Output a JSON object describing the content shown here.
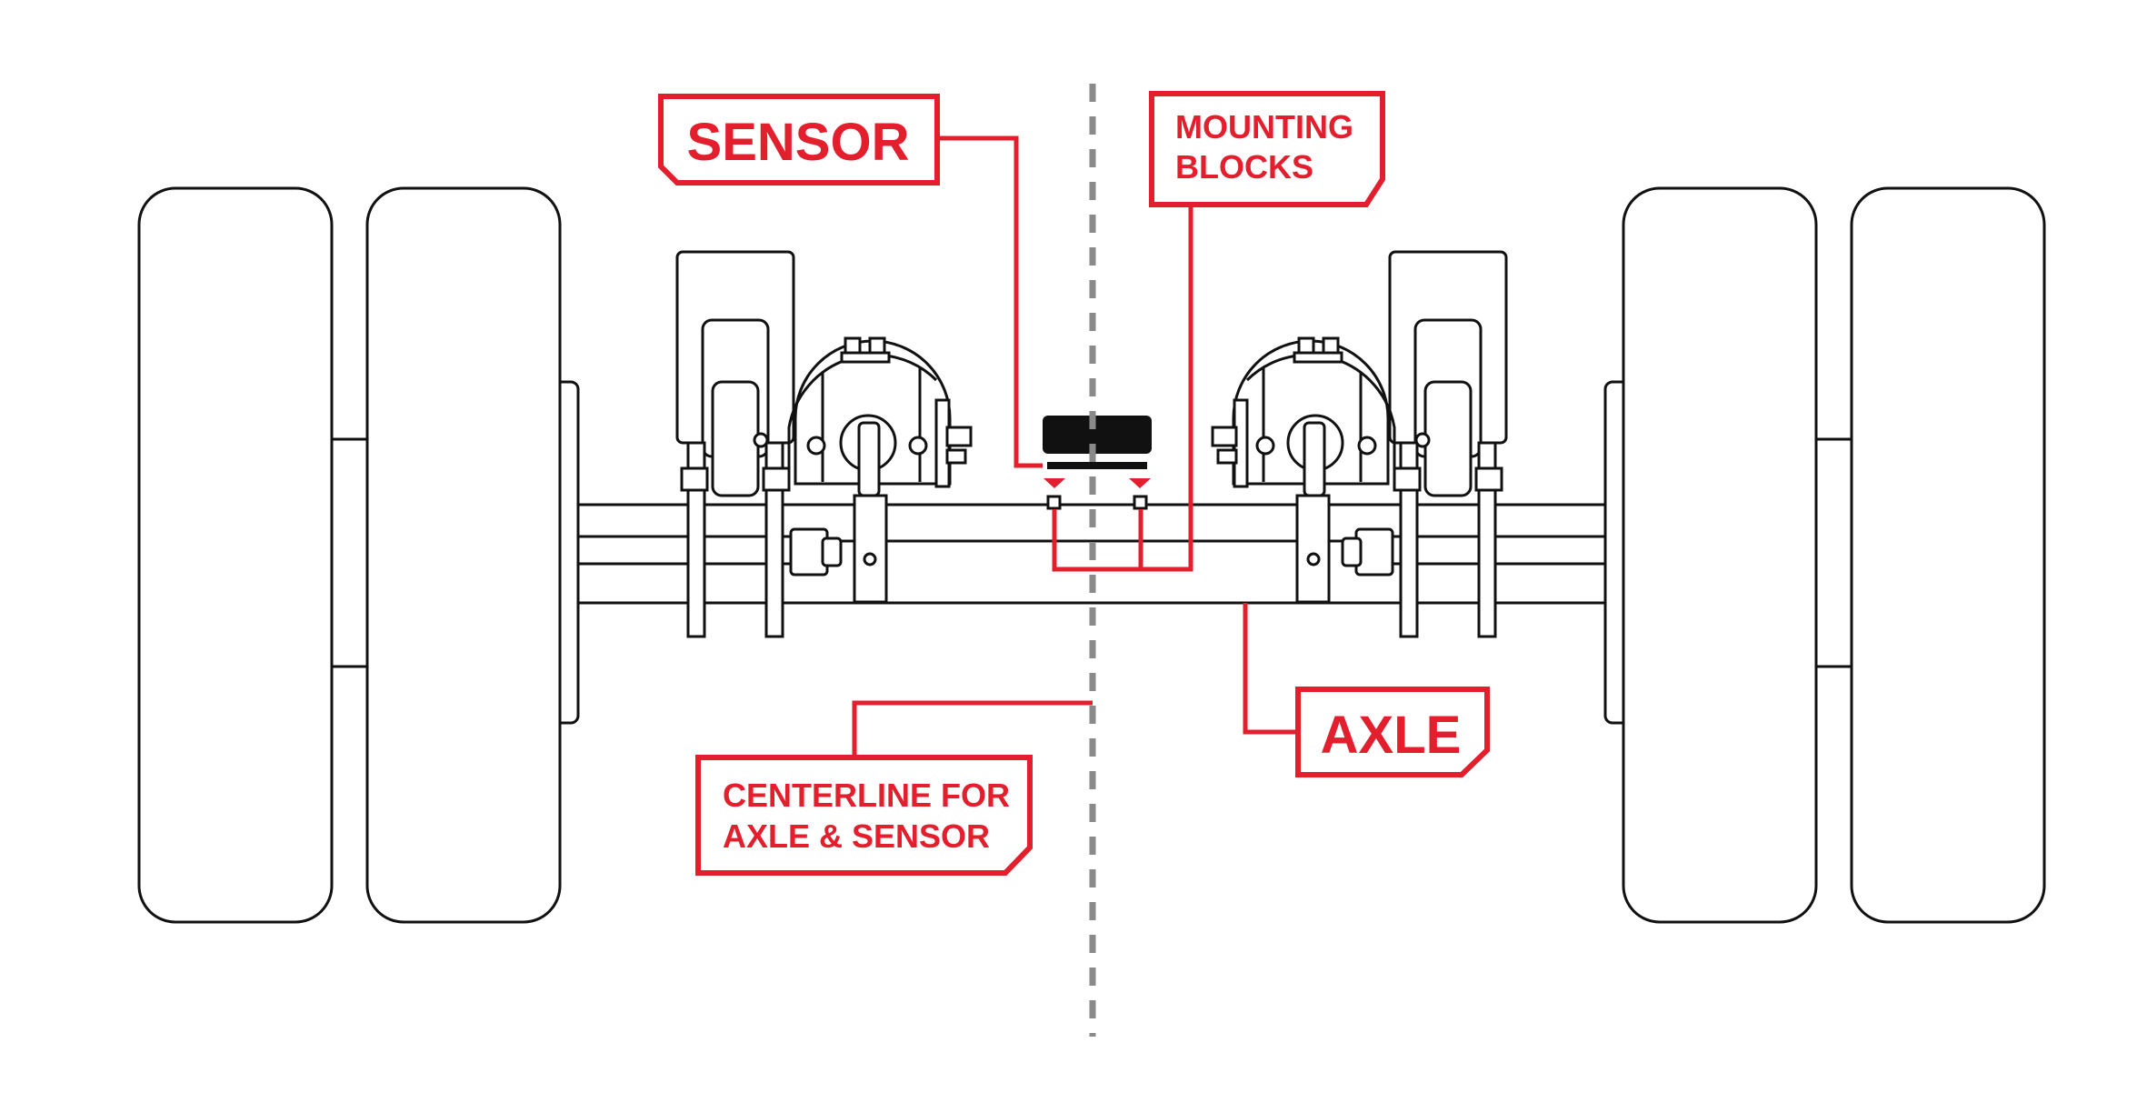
{
  "labels": {
    "sensor": "SENSOR",
    "mounting_blocks_line1": "MOUNTING",
    "mounting_blocks_line2": "BLOCKS",
    "axle": "AXLE",
    "centerline_line1": "CENTERLINE FOR",
    "centerline_line2": "AXLE & SENSOR"
  },
  "colors": {
    "accent": "#e31e2d",
    "line": "#111111",
    "centerline": "#8a8a8a",
    "background": "#ffffff"
  }
}
